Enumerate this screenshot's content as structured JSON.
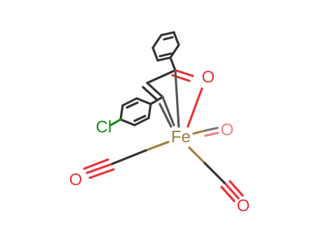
{
  "molecule": {
    "atoms": [
      {
        "id": "Fe",
        "label": "Fe",
        "color": "#a08040"
      },
      {
        "id": "Cl",
        "label": "Cl",
        "color": "#1a8c1a"
      },
      {
        "id": "O_ketone",
        "label": "O",
        "color": "#e8333a"
      },
      {
        "id": "O_co1",
        "label": "O",
        "color": "#f08080"
      },
      {
        "id": "O_co2",
        "label": "O",
        "color": "#e8333a"
      },
      {
        "id": "O_co3",
        "label": "O",
        "color": "#e8333a"
      }
    ],
    "colors": {
      "carbon": "#333333",
      "iron": "#a08040",
      "oxygen": "#e8333a",
      "oxygen_faded": "#f08080",
      "chlorine": "#1a8c1a"
    }
  }
}
